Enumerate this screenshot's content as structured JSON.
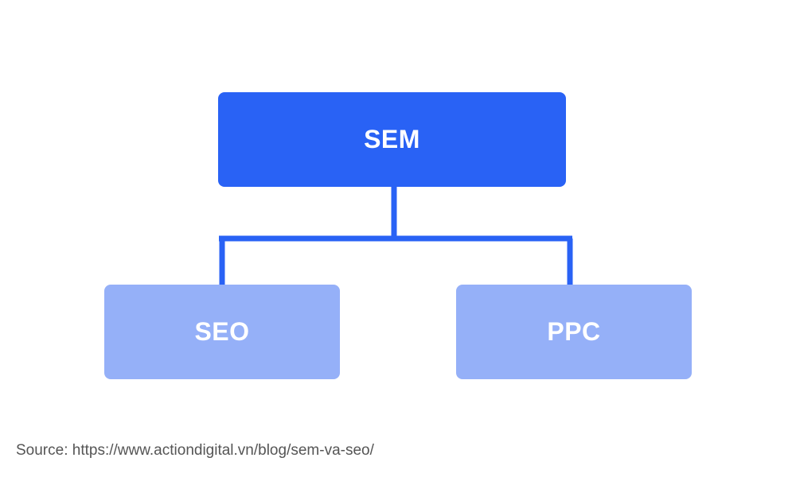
{
  "diagram": {
    "root": {
      "label": "SEM"
    },
    "children": [
      {
        "label": "SEO"
      },
      {
        "label": "PPC"
      }
    ]
  },
  "colors": {
    "root_fill": "#2962f5",
    "child_fill": "#95b0f8",
    "connector": "#2962f5",
    "source_text": "#555555"
  },
  "footer": {
    "source": "Source: https://www.actiondigital.vn/blog/sem-va-seo/"
  }
}
